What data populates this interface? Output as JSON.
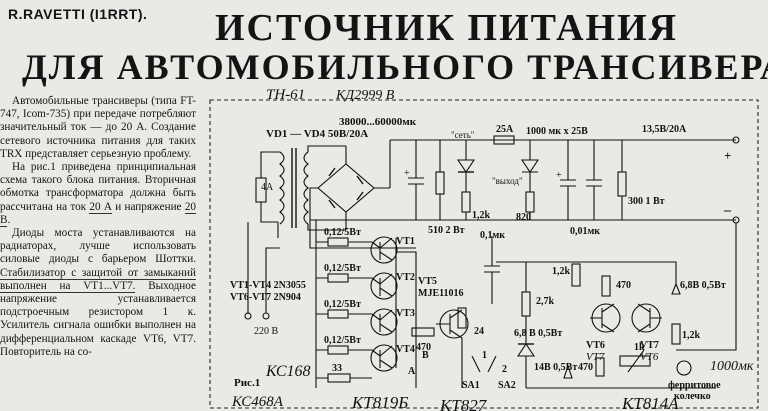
{
  "header": {
    "author": "R.RAVETTI (I1RRT).",
    "title_line1": "ИСТОЧНИК ПИТАНИЯ",
    "title_line2": "ДЛЯ АВТОМОБИЛЬНОГО ТРАНСИВЕРА"
  },
  "article": {
    "p1": "Автомобильные трансиверы (типа FT-747, Icom-735) при передаче потребляют значительный ток — до 20 А. Создание сетевого источника питания для таких TRX представляет серьезную проблему.",
    "p2a": "На рис.1 приведена принципиальная схема такого блока питания. Вторичная обмотка трансформатора должна быть рассчитана на ток ",
    "p2b": "20 А",
    "p2c": " и напряжение ",
    "p2d": "20 В",
    "p2e": ".",
    "p3a": "Диоды моста устанавливаются на радиаторах, лучше использовать силовые диоды с барьером Шоттки. ",
    "p3b": "Стабилизатор с защитой от замыканий выполнен на VT1...VT7.",
    "p3c": " Выходное напряжение устанавливается подстроечным резистором 1 к. Усилитель сигнала ошибки выполнен на дифференциальном каскаде VT6, VT7. Повторитель на со-"
  },
  "schematic": {
    "fig_label": "Рис.1",
    "bridge_label": "VD1 — VD4 50В/20А",
    "cap_main": "38000...60000мк",
    "fuse_primary": "4А",
    "mains_voltage": "220 В",
    "led_mains": "\"сеть\"",
    "led_output": "\"выход\"",
    "fuse_out": "25А",
    "cap_out": "1000 мк х 25В",
    "out_voltage": "13,5В/20А",
    "r_led1": "1,2k",
    "r_led2": "820",
    "r_bleed": "510 2 Вт",
    "r_load": "300 1 Вт",
    "cap_01a": "0,1мк",
    "cap_01b": "0,01мк",
    "r_emitter": "0,12/5Вт",
    "vt1": "VT1",
    "vt2": "VT2",
    "vt3": "VT3",
    "vt4": "VT4",
    "vt5": "VT5",
    "vt5_type": "MJE11016",
    "vt6": "VT6",
    "vt7": "VT7",
    "power_types1": "VT1-VT4 2N3055",
    "power_types2": "VT6-VT7 2N904",
    "r470a": "470",
    "r470b": "470",
    "r470c": "470",
    "r24": "24",
    "r33": "33",
    "r27k": "2,7k",
    "r12k_a": "1,2k",
    "r12k_b": "1,2k",
    "zener1": "6,8 В 0,5Вт",
    "zener2": "14В 0,5Вт",
    "zener3": "6,8В 0,5Вт",
    "pot": "1k",
    "sw_label1": "SA1",
    "sw_label2": "SA2",
    "sw_a": "А",
    "sw_b": "В",
    "sw_num1": "1",
    "sw_num2": "2",
    "ferrite": "ферритовое колечко",
    "plus": "+",
    "minus": "–",
    "hand_tn": "ТН-61",
    "hand_kd": "КД2999 В",
    "hand_kc168": "КС168",
    "hand_kc468": "КС468А",
    "hand_kt819": "КТ819Б",
    "hand_kt827": "КТ827",
    "hand_kt814": "КТ814А",
    "hand_1000": "1000мк",
    "hand_vt7": "VT7",
    "hand_vt6": "VT6"
  }
}
